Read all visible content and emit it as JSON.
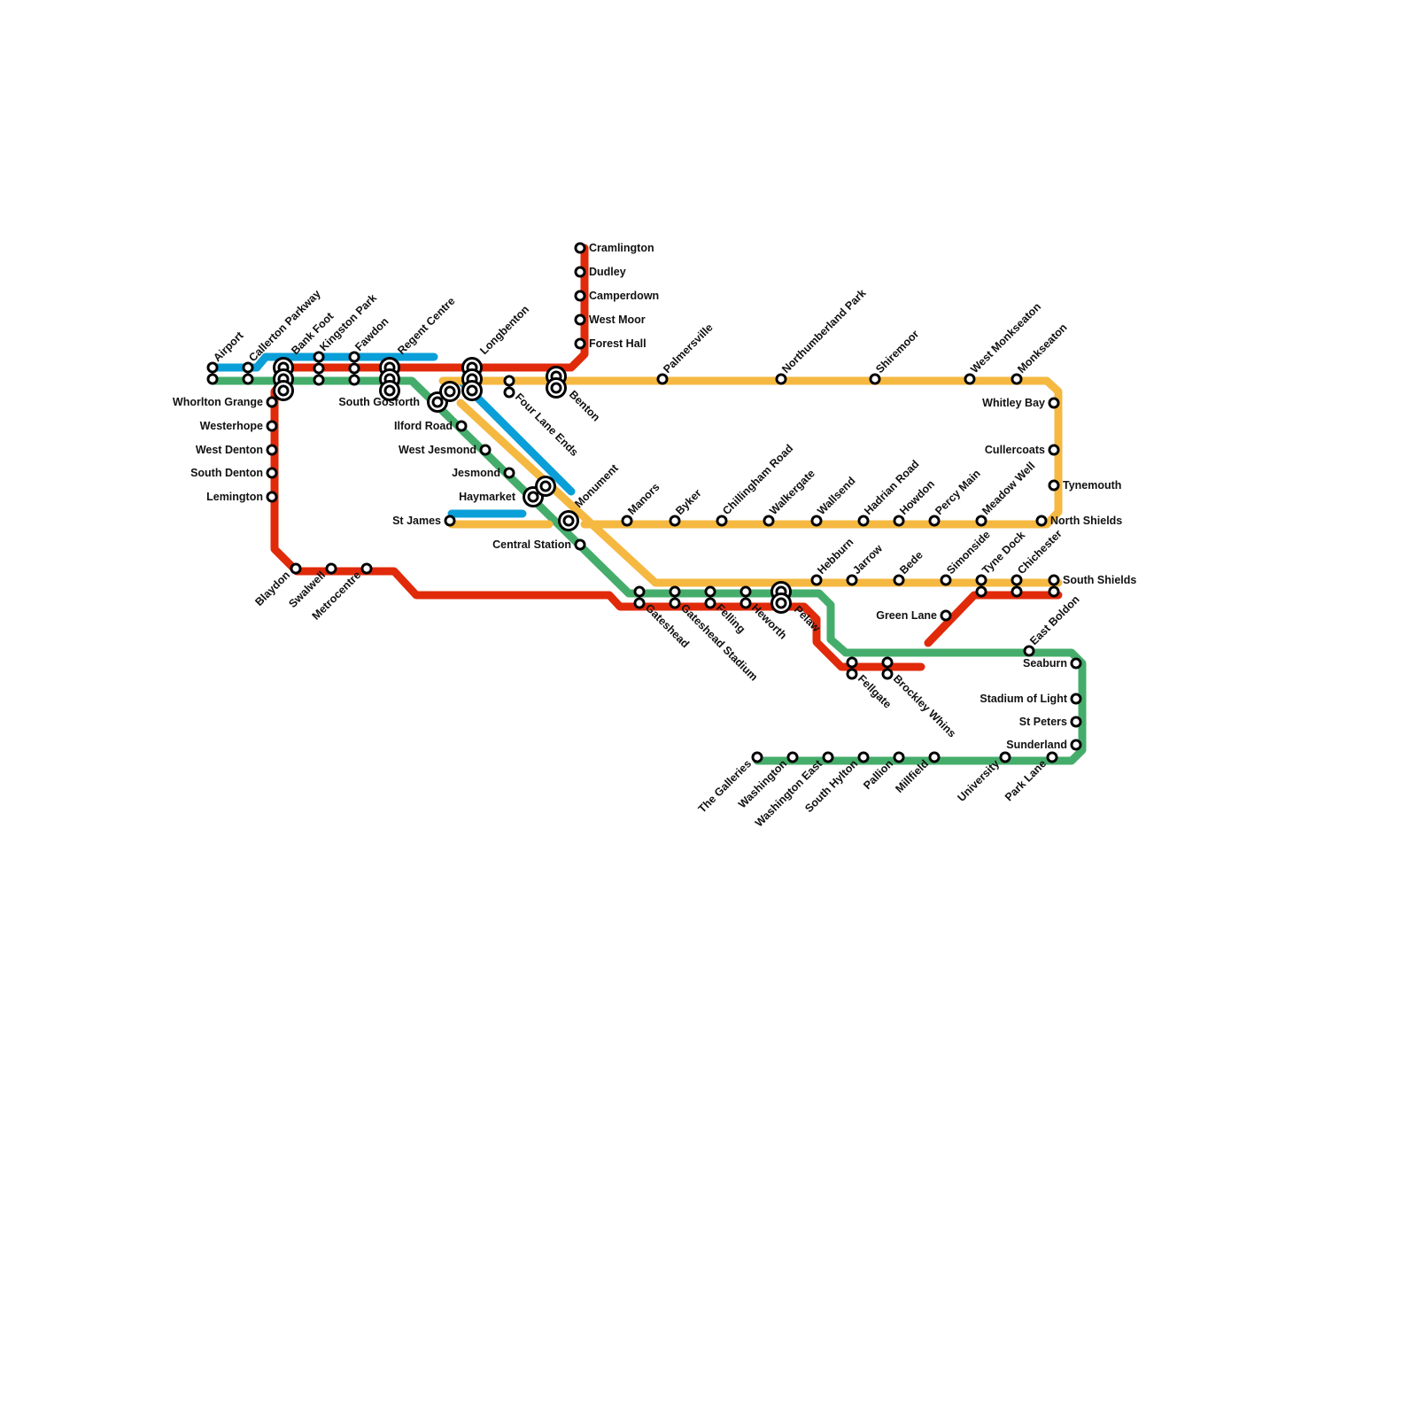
{
  "lines": [
    {
      "id": "blue",
      "color": "#0a9fd8"
    },
    {
      "id": "green",
      "color": "#45ad6b"
    },
    {
      "id": "red",
      "color": "#e02a0a"
    },
    {
      "id": "yellow",
      "color": "#f5b841"
    }
  ],
  "stations": [
    {
      "id": "airport",
      "name": "Airport"
    },
    {
      "id": "callerton-parkway",
      "name": "Callerton Parkway"
    },
    {
      "id": "bank-foot",
      "name": "Bank Foot"
    },
    {
      "id": "kingston-park",
      "name": "Kingston Park"
    },
    {
      "id": "fawdon",
      "name": "Fawdon"
    },
    {
      "id": "regent-centre",
      "name": "Regent Centre"
    },
    {
      "id": "longbenton",
      "name": "Longbenton"
    },
    {
      "id": "four-lane-ends",
      "name": "Four Lane Ends"
    },
    {
      "id": "benton",
      "name": "Benton"
    },
    {
      "id": "cramlington",
      "name": "Cramlington"
    },
    {
      "id": "dudley",
      "name": "Dudley"
    },
    {
      "id": "camperdown",
      "name": "Camperdown"
    },
    {
      "id": "west-moor",
      "name": "West Moor"
    },
    {
      "id": "forest-hall",
      "name": "Forest Hall"
    },
    {
      "id": "palmersville",
      "name": "Palmersville"
    },
    {
      "id": "northumberland-park",
      "name": "Northumberland Park"
    },
    {
      "id": "shiremoor",
      "name": "Shiremoor"
    },
    {
      "id": "west-monkseaton",
      "name": "West Monkseaton"
    },
    {
      "id": "monkseaton",
      "name": "Monkseaton"
    },
    {
      "id": "whitley-bay",
      "name": "Whitley Bay"
    },
    {
      "id": "cullercoats",
      "name": "Cullercoats"
    },
    {
      "id": "tynemouth",
      "name": "Tynemouth"
    },
    {
      "id": "north-shields",
      "name": "North Shields"
    },
    {
      "id": "whorlton-grange",
      "name": "Whorlton Grange"
    },
    {
      "id": "westerhope",
      "name": "Westerhope"
    },
    {
      "id": "west-denton",
      "name": "West Denton"
    },
    {
      "id": "south-denton",
      "name": "South Denton"
    },
    {
      "id": "lemington",
      "name": "Lemington"
    },
    {
      "id": "blaydon",
      "name": "Blaydon"
    },
    {
      "id": "swalwell",
      "name": "Swalwell"
    },
    {
      "id": "metrocentre",
      "name": "Metrocentre"
    },
    {
      "id": "south-gosforth",
      "name": "South Gosforth"
    },
    {
      "id": "ilford-road",
      "name": "Ilford Road"
    },
    {
      "id": "west-jesmond",
      "name": "West Jesmond"
    },
    {
      "id": "jesmond",
      "name": "Jesmond"
    },
    {
      "id": "haymarket",
      "name": "Haymarket"
    },
    {
      "id": "st-james",
      "name": "St James"
    },
    {
      "id": "monument",
      "name": "Monument"
    },
    {
      "id": "central-station",
      "name": "Central Station"
    },
    {
      "id": "manors",
      "name": "Manors"
    },
    {
      "id": "byker",
      "name": "Byker"
    },
    {
      "id": "chillingham-road",
      "name": "Chillingham Road"
    },
    {
      "id": "walkergate",
      "name": "Walkergate"
    },
    {
      "id": "wallsend",
      "name": "Wallsend"
    },
    {
      "id": "hadrian-road",
      "name": "Hadrian Road"
    },
    {
      "id": "howdon",
      "name": "Howdon"
    },
    {
      "id": "percy-main",
      "name": "Percy Main"
    },
    {
      "id": "meadow-well",
      "name": "Meadow Well"
    },
    {
      "id": "gateshead",
      "name": "Gateshead"
    },
    {
      "id": "gateshead-stadium",
      "name": "Gateshead Stadium"
    },
    {
      "id": "felling",
      "name": "Felling"
    },
    {
      "id": "heworth",
      "name": "Heworth"
    },
    {
      "id": "pelaw",
      "name": "Pelaw"
    },
    {
      "id": "hebburn",
      "name": "Hebburn"
    },
    {
      "id": "jarrow",
      "name": "Jarrow"
    },
    {
      "id": "bede",
      "name": "Bede"
    },
    {
      "id": "simonside",
      "name": "Simonside"
    },
    {
      "id": "tyne-dock",
      "name": "Tyne Dock"
    },
    {
      "id": "chichester",
      "name": "Chichester"
    },
    {
      "id": "south-shields",
      "name": "South Shields"
    },
    {
      "id": "green-lane",
      "name": "Green Lane"
    },
    {
      "id": "fellgate",
      "name": "Fellgate"
    },
    {
      "id": "brockley-whins",
      "name": "Brockley Whins"
    },
    {
      "id": "east-boldon",
      "name": "East Boldon"
    },
    {
      "id": "seaburn",
      "name": "Seaburn"
    },
    {
      "id": "stadium-of-light",
      "name": "Stadium of Light"
    },
    {
      "id": "st-peters",
      "name": "St Peters"
    },
    {
      "id": "sunderland",
      "name": "Sunderland"
    },
    {
      "id": "park-lane",
      "name": "Park Lane"
    },
    {
      "id": "university",
      "name": "University"
    },
    {
      "id": "millfield",
      "name": "Millfield"
    },
    {
      "id": "pallion",
      "name": "Pallion"
    },
    {
      "id": "south-hylton",
      "name": "South Hylton"
    },
    {
      "id": "washington-east",
      "name": "Washington East"
    },
    {
      "id": "washington",
      "name": "Washington"
    },
    {
      "id": "the-galleries",
      "name": "The Galleries"
    }
  ]
}
